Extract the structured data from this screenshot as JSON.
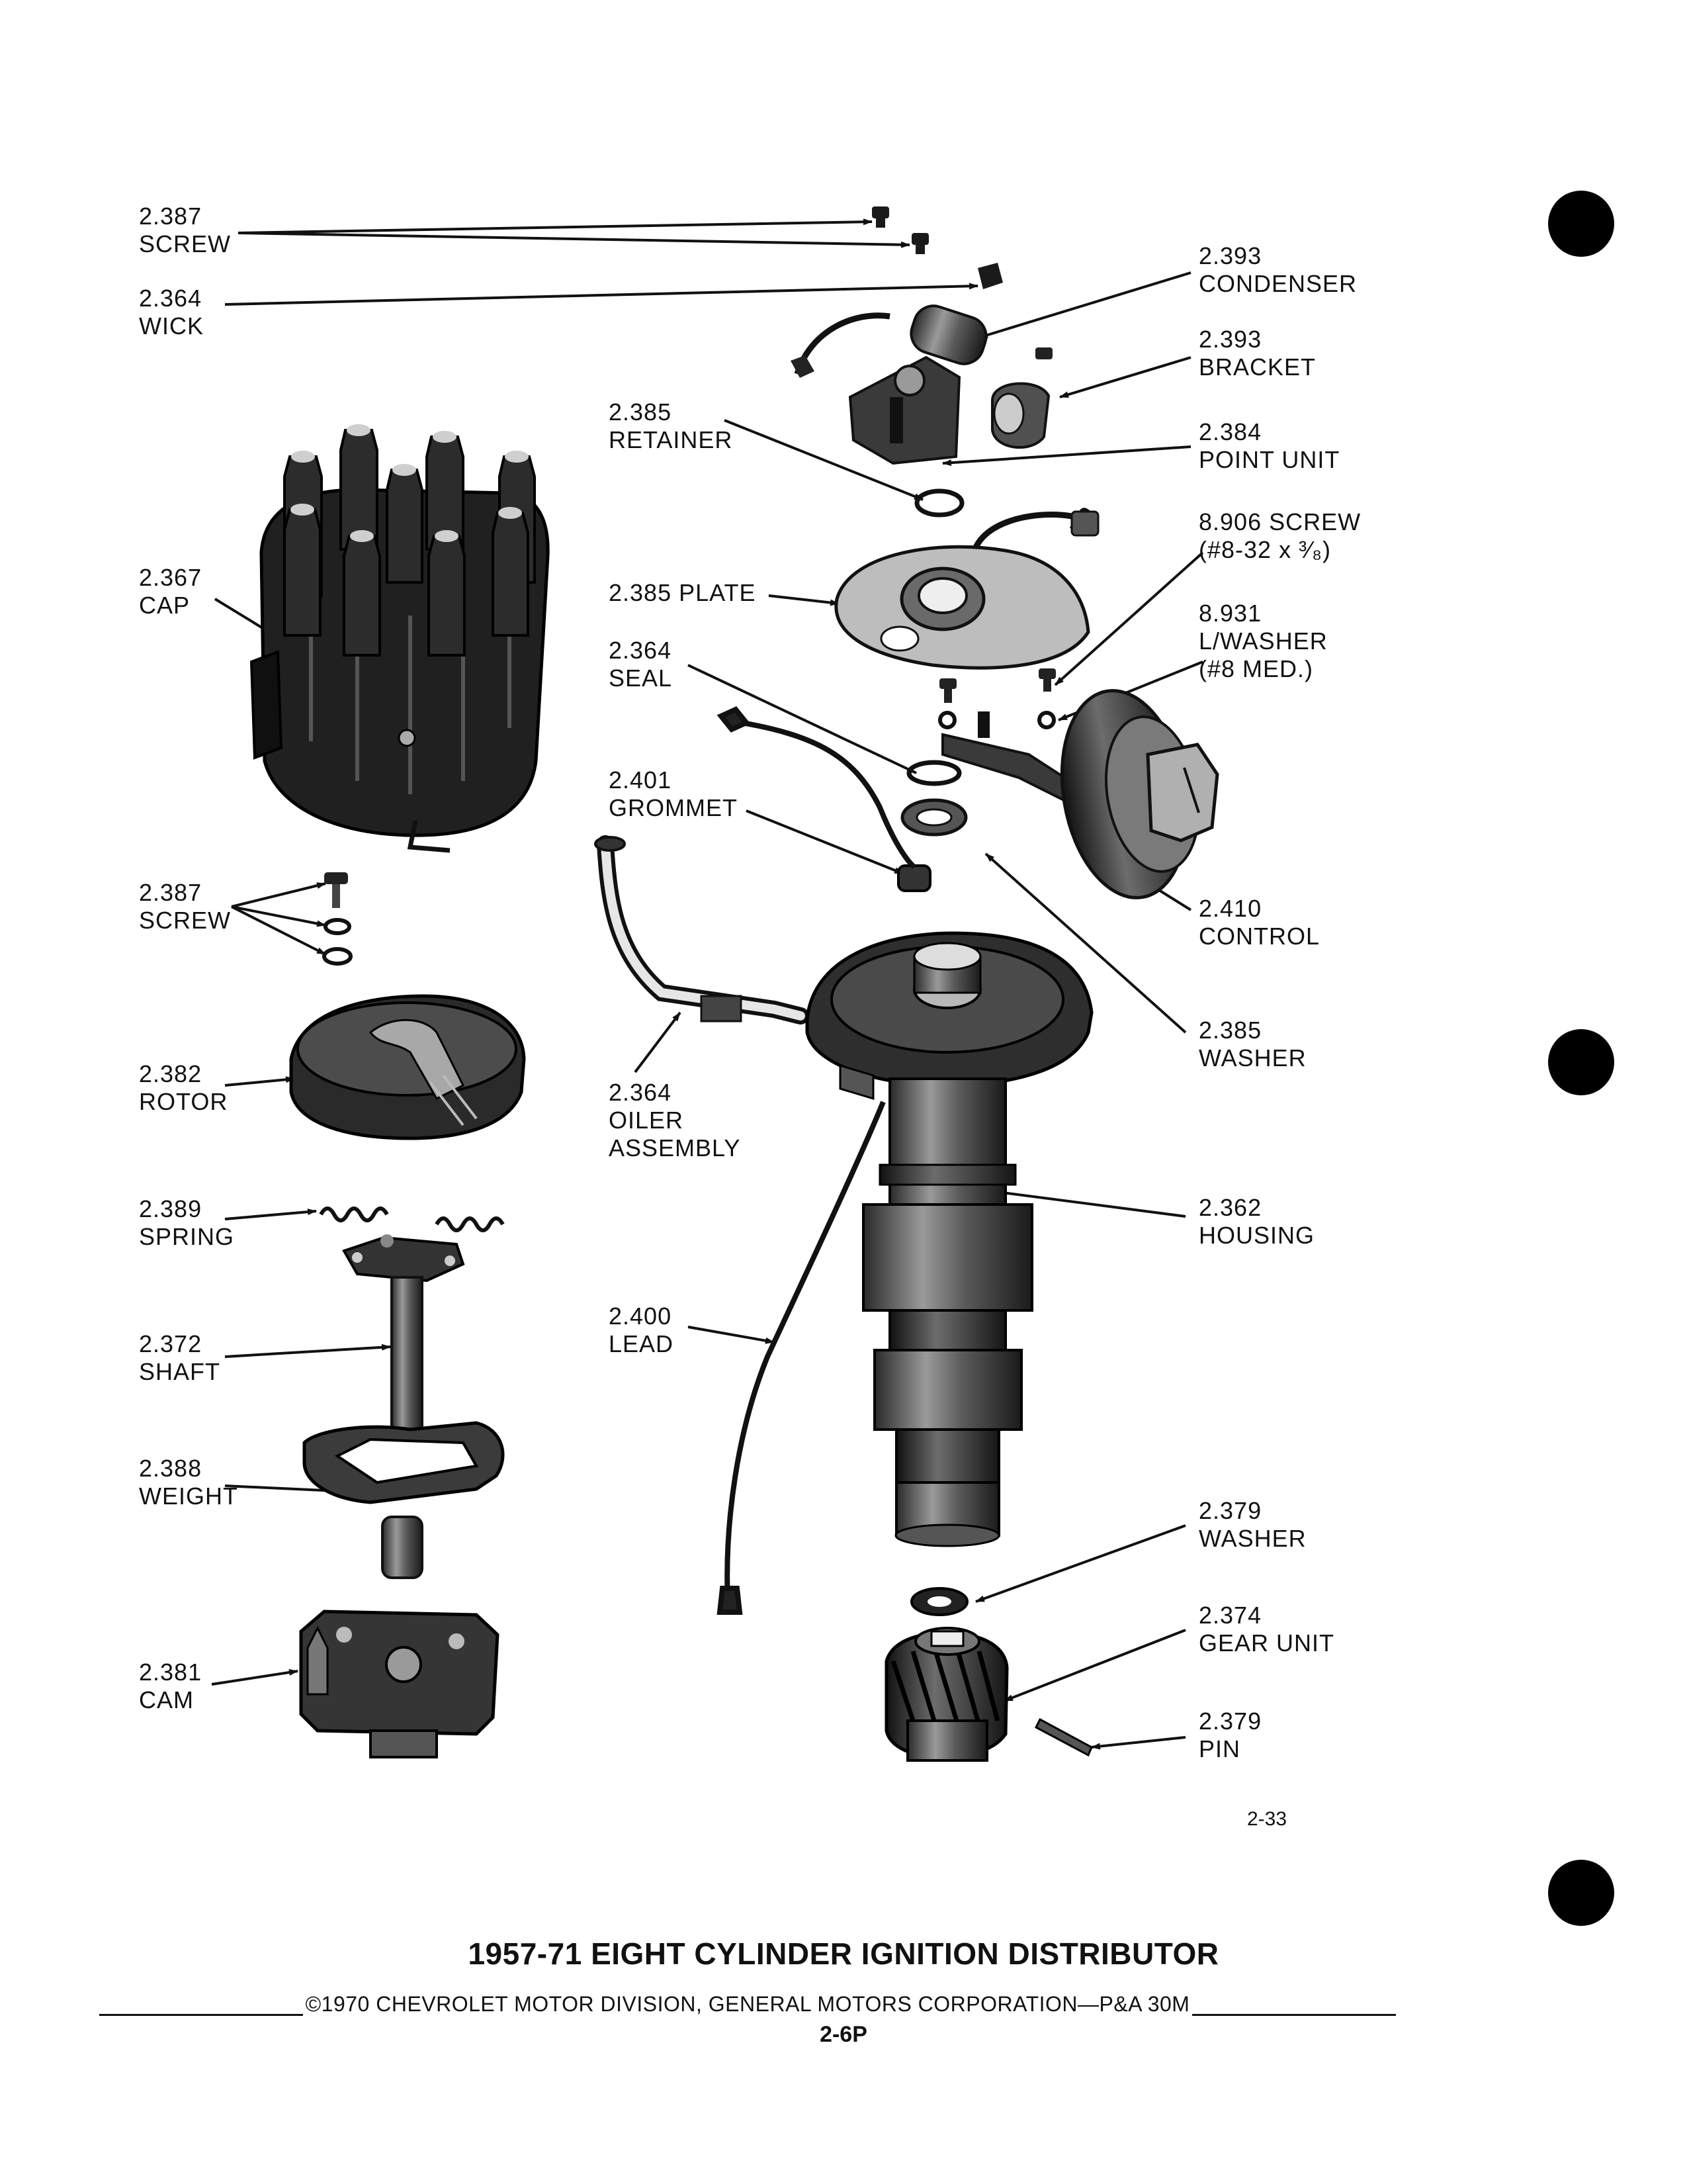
{
  "parts": [
    {
      "id": "screw-top",
      "number": "2.387",
      "name": "SCREW"
    },
    {
      "id": "wick",
      "number": "2.364",
      "name": "WICK"
    },
    {
      "id": "condenser",
      "number": "2.393",
      "name": "CONDENSER"
    },
    {
      "id": "bracket",
      "number": "2.393",
      "name": "BRACKET"
    },
    {
      "id": "retainer",
      "number": "2.385",
      "name": "RETAINER"
    },
    {
      "id": "point-unit",
      "number": "2.384",
      "name": "POINT UNIT"
    },
    {
      "id": "screw-8906",
      "number": "8.906",
      "name": "SCREW",
      "spec": "(#8-32 x ³⁄₈)"
    },
    {
      "id": "cap",
      "number": "2.367",
      "name": "CAP"
    },
    {
      "id": "plate",
      "number": "2.385",
      "name": "PLATE"
    },
    {
      "id": "lwasher",
      "number": "8.931",
      "name": "L/WASHER",
      "spec": "(#8 MED.)"
    },
    {
      "id": "seal",
      "number": "2.364",
      "name": "SEAL"
    },
    {
      "id": "grommet",
      "number": "2.401",
      "name": "GROMMET"
    },
    {
      "id": "control",
      "number": "2.410",
      "name": "CONTROL"
    },
    {
      "id": "screw-rotor",
      "number": "2.387",
      "name": "SCREW"
    },
    {
      "id": "washer-385",
      "number": "2.385",
      "name": "WASHER"
    },
    {
      "id": "rotor",
      "number": "2.382",
      "name": "ROTOR"
    },
    {
      "id": "oiler",
      "number": "2.364",
      "name": "OILER",
      "name2": "ASSEMBLY"
    },
    {
      "id": "spring",
      "number": "2.389",
      "name": "SPRING"
    },
    {
      "id": "housing",
      "number": "2.362",
      "name": "HOUSING"
    },
    {
      "id": "lead",
      "number": "2.400",
      "name": "LEAD"
    },
    {
      "id": "shaft",
      "number": "2.372",
      "name": "SHAFT"
    },
    {
      "id": "weight",
      "number": "2.388",
      "name": "WEIGHT"
    },
    {
      "id": "washer-379",
      "number": "2.379",
      "name": "WASHER"
    },
    {
      "id": "gear-unit",
      "number": "2.374",
      "name": "GEAR UNIT"
    },
    {
      "id": "cam",
      "number": "2.381",
      "name": "CAM"
    },
    {
      "id": "pin",
      "number": "2.379",
      "name": "PIN"
    }
  ],
  "figure_number": "2-33",
  "title": "1957-71 EIGHT CYLINDER IGNITION DISTRIBUTOR",
  "copyright": "©1970 CHEVROLET MOTOR DIVISION, GENERAL MOTORS CORPORATION—P&A 30M",
  "page_number": "2-6P"
}
